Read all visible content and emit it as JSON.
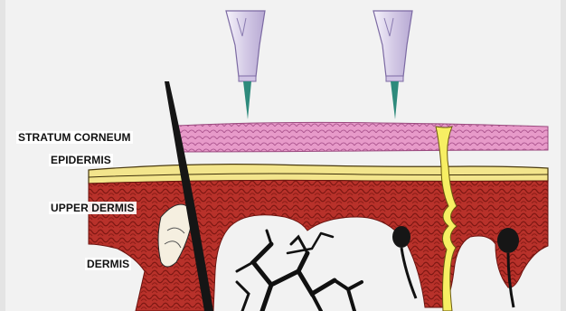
{
  "diagram": {
    "labels": {
      "stratum_corneum": "STRATUM CORNEUM",
      "epidermis": "EPIDERMIS",
      "upper_dermis": "UPPER DERMIS",
      "dermis": "DERMIS"
    },
    "colors": {
      "background": "#f2f2f2",
      "stratum_corneum": "#e79ac9",
      "epidermis_band": "#f3e58c",
      "dermis": "#b8312a",
      "dermis_cells": "#7e1813",
      "hair_shaft": "#151515",
      "sweat_duct": "#f7ef63",
      "microneedle_body": "#dcd3ec",
      "microneedle_tip": "#2e8a7c",
      "nerve_fibers": "#111111"
    },
    "microneedle_count": 2
  }
}
